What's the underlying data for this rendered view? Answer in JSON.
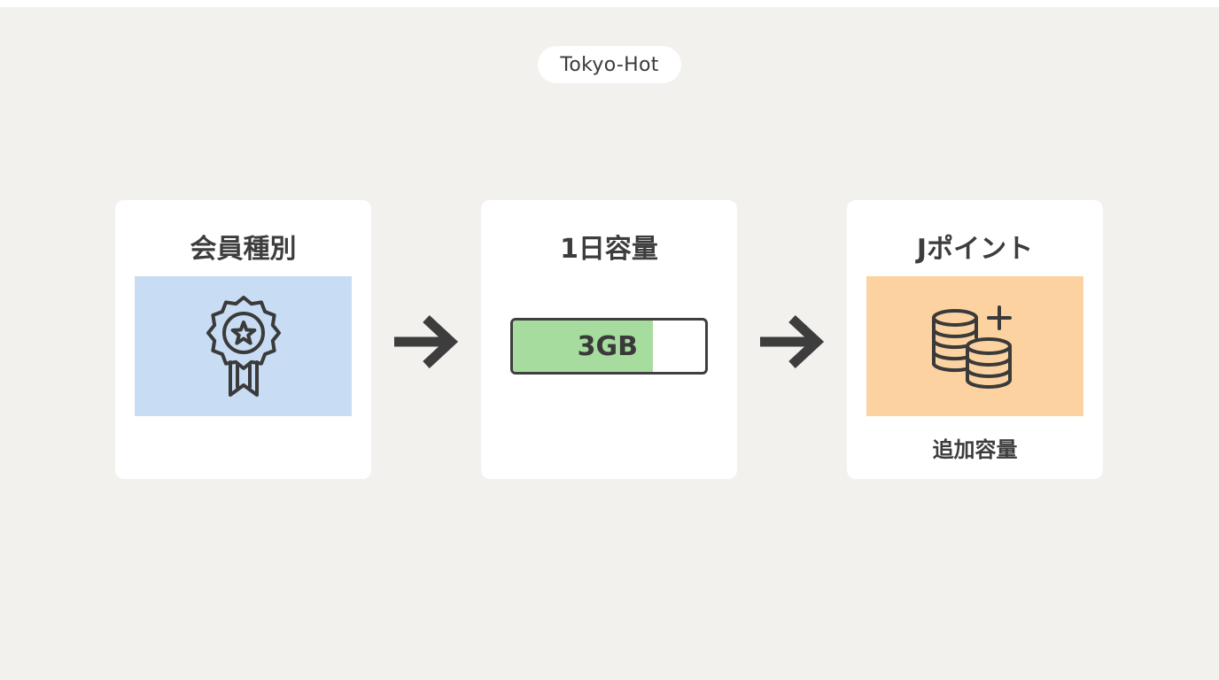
{
  "brand": {
    "label": "Tokyo-Hot"
  },
  "steps": [
    {
      "title": "会員種別",
      "icon": "award-badge-icon",
      "panel_color": "#c8dcf3"
    },
    {
      "title": "1日容量",
      "capacity_label": "3GB",
      "capacity_fraction": 0.73,
      "fill_color": "#a6dc9d"
    },
    {
      "title": "Jポイント",
      "icon": "coins-plus-icon",
      "panel_color": "#fcd3a0",
      "sub_label": "追加容量"
    }
  ],
  "connectors": [
    "arrow-right-icon",
    "arrow-right-icon"
  ],
  "colors": {
    "background": "#f2f1ed",
    "card": "#ffffff",
    "ink": "#3d3d3d"
  }
}
